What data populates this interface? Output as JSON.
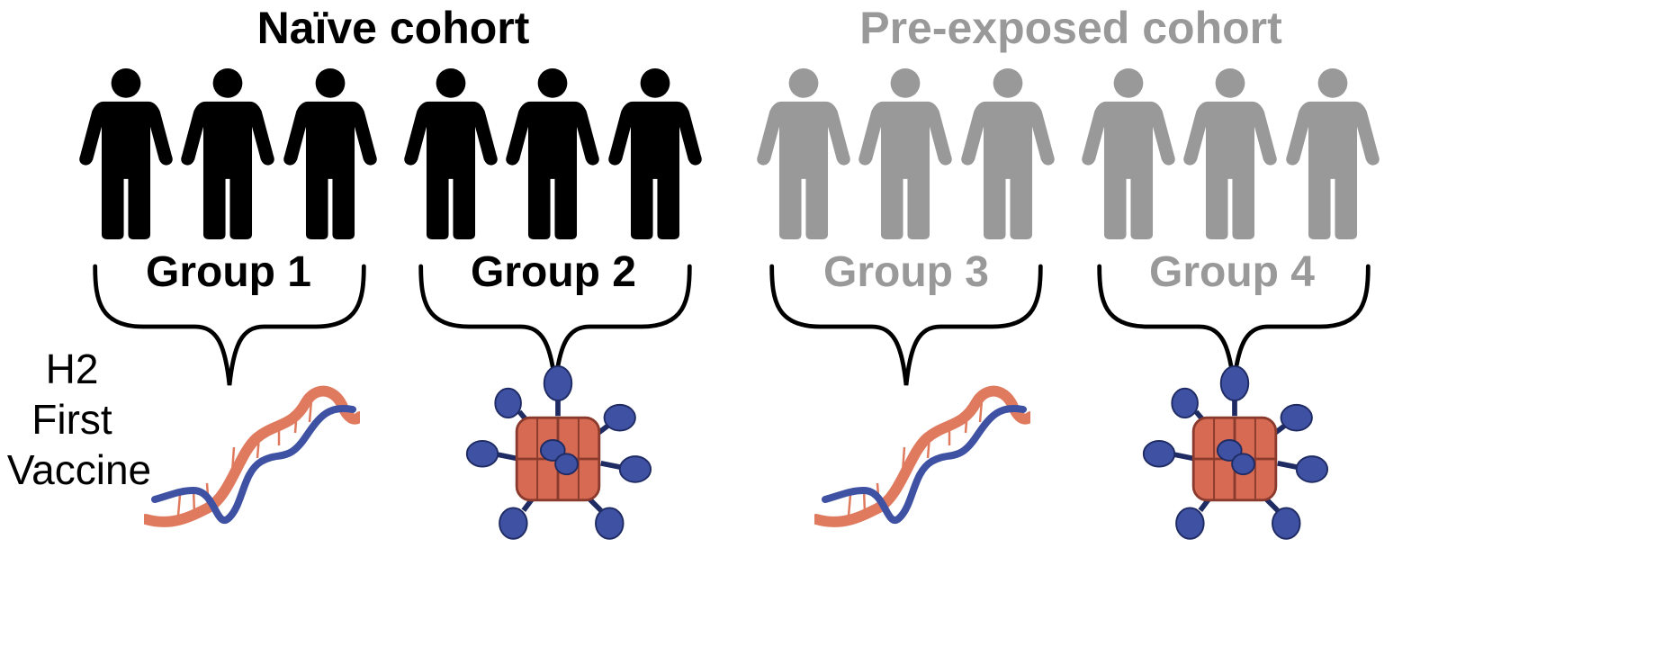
{
  "colors": {
    "naive": "#000000",
    "pre_exposed": "#999999",
    "brace": "#000000",
    "dna_blue": "#3f51a3",
    "dna_orange": "#e07a5f",
    "np_core": "#d66a52",
    "np_core_dark": "#8a3b2e",
    "np_spike": "#3f51a3"
  },
  "cohorts": [
    {
      "title": "Naïve cohort",
      "tone": "naive",
      "groups": [
        {
          "label": "Group 1",
          "vaccine_icon": "dna-icon"
        },
        {
          "label": "Group 2",
          "vaccine_icon": "nanoparticle-icon"
        }
      ]
    },
    {
      "title": "Pre-exposed cohort",
      "tone": "pre_exposed",
      "groups": [
        {
          "label": "Group 3",
          "vaccine_icon": "dna-icon"
        },
        {
          "label": "Group 4",
          "vaccine_icon": "nanoparticle-icon"
        }
      ]
    }
  ],
  "side_label": {
    "lines": [
      "H2",
      "First",
      "Vaccine"
    ]
  },
  "person_icon": "person-icon"
}
